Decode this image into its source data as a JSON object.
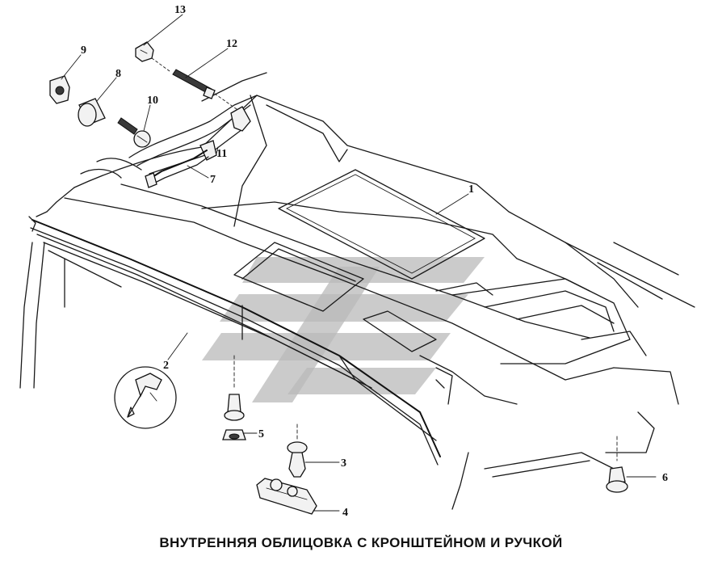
{
  "caption": "ВНУТРЕННЯЯ ОБЛИЦОВКА С КРОНШТЕЙНОМ И РУЧКОЙ",
  "callouts": [
    "1",
    "2",
    "3",
    "4",
    "5",
    "6",
    "7",
    "8",
    "9",
    "10",
    "11",
    "12",
    "13"
  ],
  "colors": {
    "line": "#1a1a1a",
    "background": "#ffffff",
    "watermark": "#b9b9b9"
  }
}
